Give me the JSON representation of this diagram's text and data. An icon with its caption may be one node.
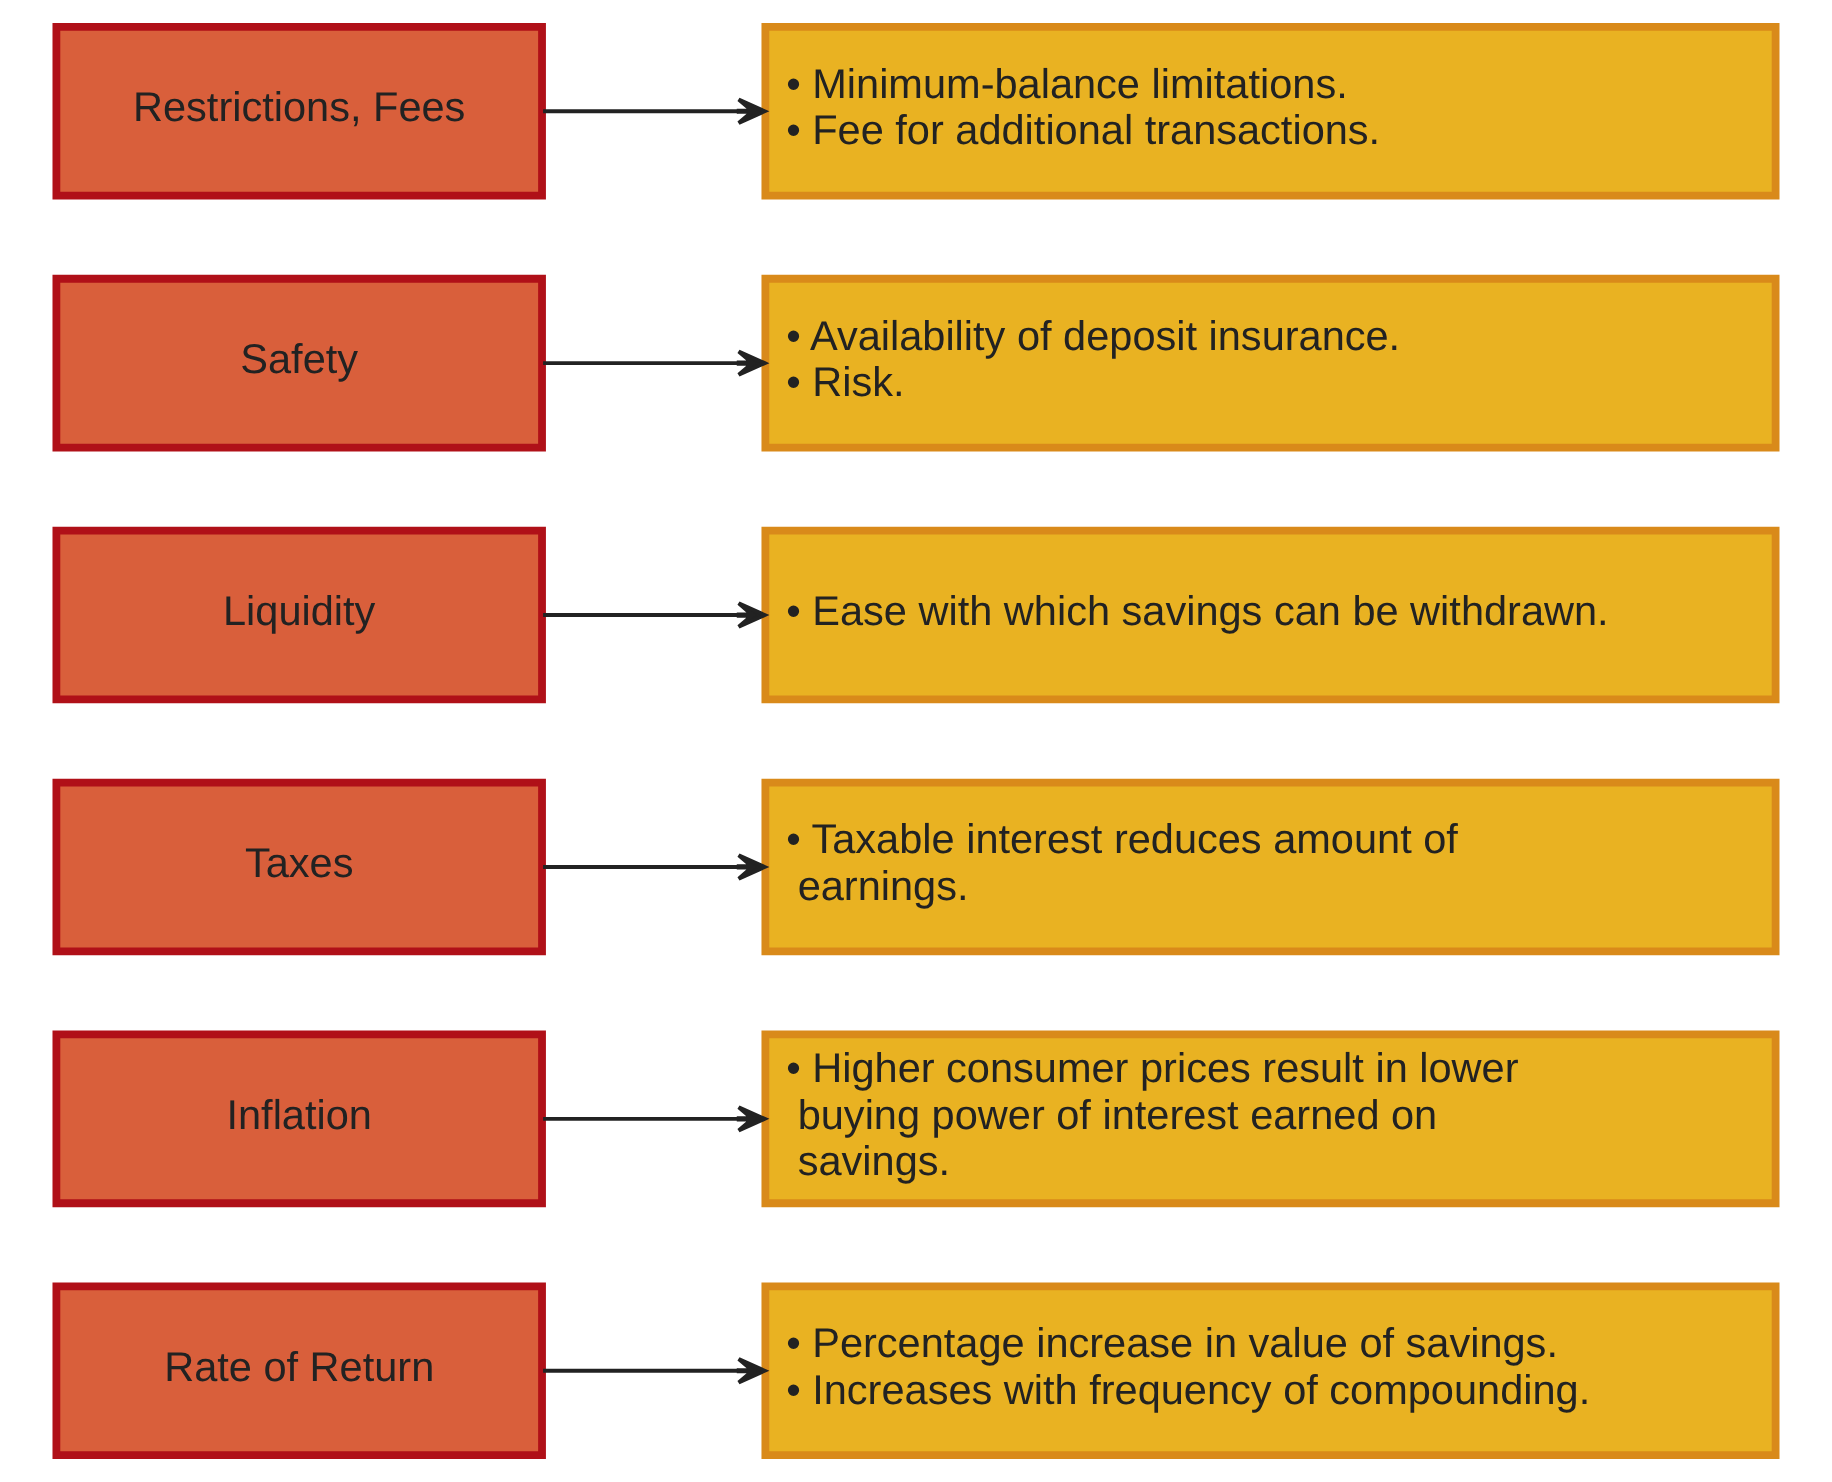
{
  "diagram": {
    "nodes": [
      {
        "text": [
          "Rate of Return"
        ]
      },
      {
        "text": [
          "• Percentage increase in value of savings.",
          "• Increases with frequency of compounding."
        ]
      },
      {
        "text": [
          "Inflation"
        ]
      },
      {
        "text": [
          "• Higher consumer prices result in lower buying power of interest earned on savings."
        ]
      },
      {
        "text": [
          "Taxes"
        ]
      },
      {
        "text": [
          "• Taxable interest reduces amount of earnings."
        ]
      },
      {
        "text": [
          "Liquidity"
        ]
      },
      {
        "text": [
          "• Ease with which savings can be withdrawn."
        ]
      },
      {
        "text": [
          "Safety"
        ]
      },
      {
        "text": [
          "• Availability of deposit insurance.",
          "• Risk."
        ]
      },
      {
        "text": [
          "Restrictions, Fees"
        ]
      },
      {
        "text": [
          "• Minimum-balance limitations.",
          "• Fee for additional transactions."
        ]
      }
    ],
    "edges": [
      {
        "from": 0,
        "to": 1,
        "arrow": "to"
      },
      {
        "from": 2,
        "to": 3,
        "arrow": "to"
      },
      {
        "from": 4,
        "to": 5,
        "arrow": "to"
      },
      {
        "from": 6,
        "to": 7,
        "arrow": "to"
      },
      {
        "from": 8,
        "to": 9,
        "arrow": "to"
      },
      {
        "from": 10,
        "to": 11,
        "arrow": "to"
      }
    ]
  }
}
